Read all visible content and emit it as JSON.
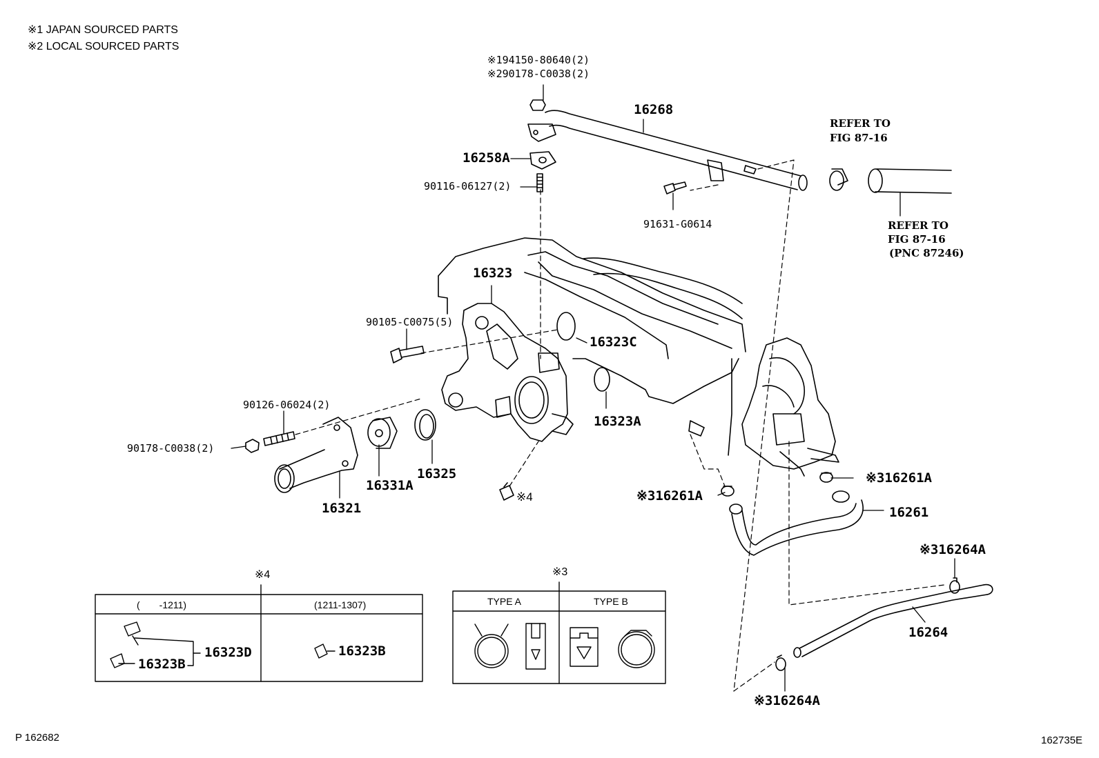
{
  "notes": {
    "n1": "※1 JAPAN SOURCED PARTS",
    "n2": "※2 LOCAL SOURCED PARTS"
  },
  "parts": {
    "p194150": "※194150-80640(2)",
    "p290178": "※290178-C0038(2)",
    "p16268": "16268",
    "p16258A": "16258A",
    "p90116": "90116-06127(2)",
    "p91631": "91631-G0614",
    "p16323": "16323",
    "p90105": "90105-C0075(5)",
    "p16323C": "16323C",
    "p16323A": "16323A",
    "p90126": "90126-06024(2)",
    "p90178": "90178-C0038(2)",
    "p16331A": "16331A",
    "p16325": "16325",
    "p16321": "16321",
    "pX4": "※4",
    "p16261A_l": "※316261A",
    "p16261A_r": "※316261A",
    "p16261": "16261",
    "p16264A_t": "※316264A",
    "p16264": "16264",
    "p16264A_b": "※316264A"
  },
  "refs": {
    "r1a": "REFER TO",
    "r1b": "FIG 87-16",
    "r2a": "REFER TO",
    "r2b": "FIG 87-16",
    "r2c": "(PNC 87246)"
  },
  "table4": {
    "marker": "※4",
    "col1": "(　　-1211)",
    "col2": "(1211-1307)",
    "p16323D": "16323D",
    "p16323B_l": "16323B",
    "p16323B_r": "16323B"
  },
  "table3": {
    "marker": "※3",
    "typeA": "TYPE A",
    "typeB": "TYPE B"
  },
  "footer": {
    "left": "P 162682",
    "right": "162735E"
  }
}
